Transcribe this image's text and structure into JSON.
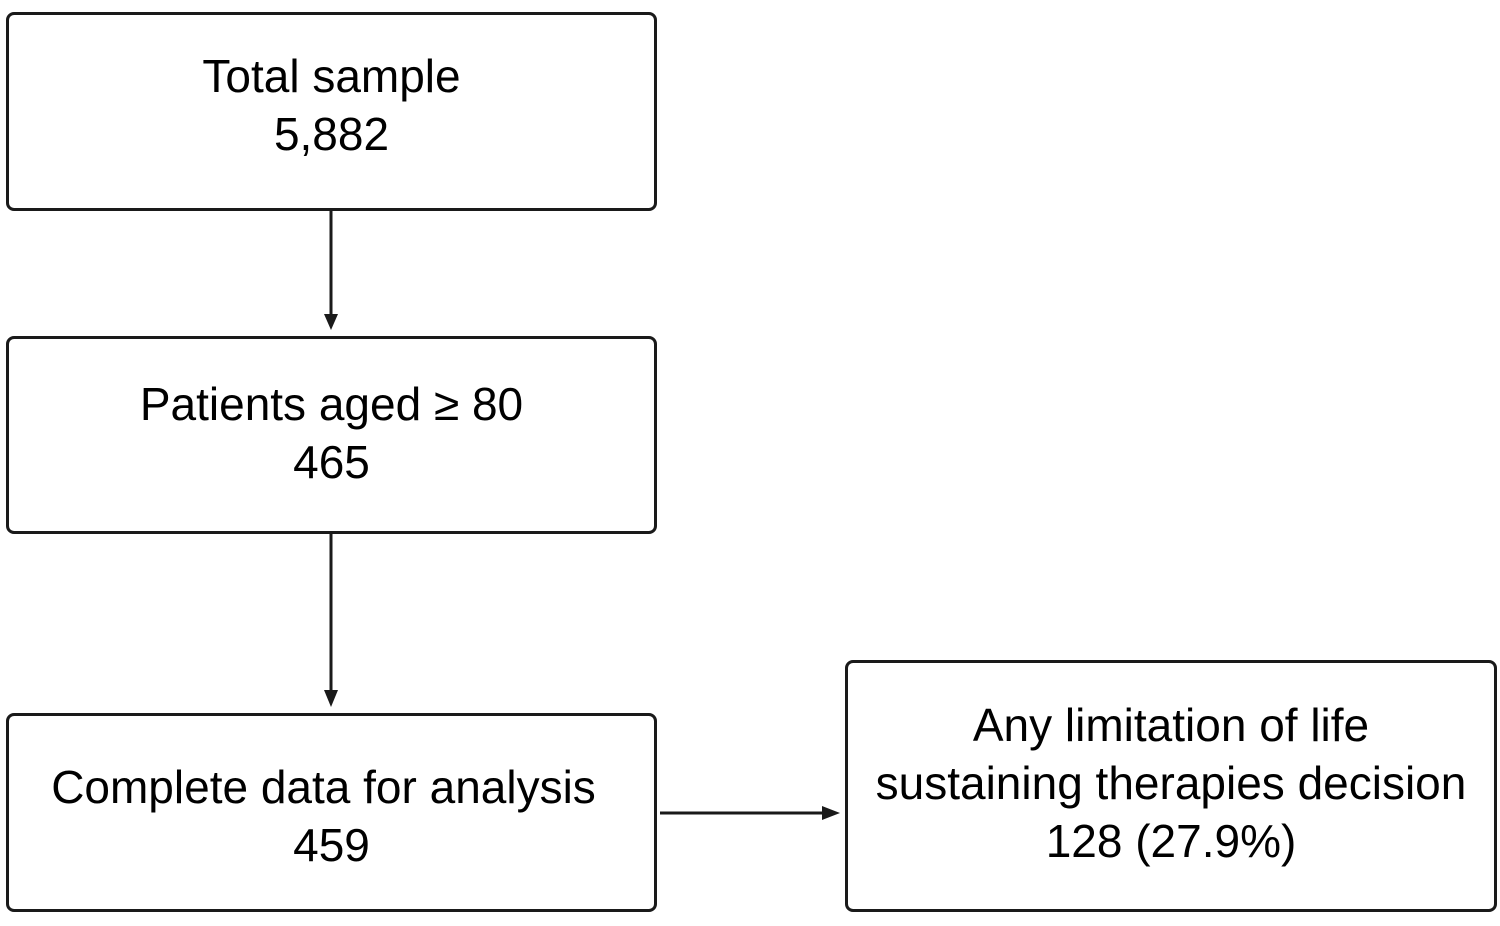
{
  "flow": {
    "total_sample": {
      "label": "Total sample",
      "count": "5,882"
    },
    "patients_aged": {
      "label": "Patients aged ≥ 80",
      "count": "465"
    },
    "complete_data": {
      "label": "Complete data for analysis",
      "count": "459"
    },
    "limitation": {
      "label_line1": "Any limitation of life",
      "label_line2": "sustaining therapies decision",
      "count": "128 (27.9%)"
    }
  },
  "colors": {
    "stroke": "#1a1a1a",
    "background": "#ffffff"
  }
}
